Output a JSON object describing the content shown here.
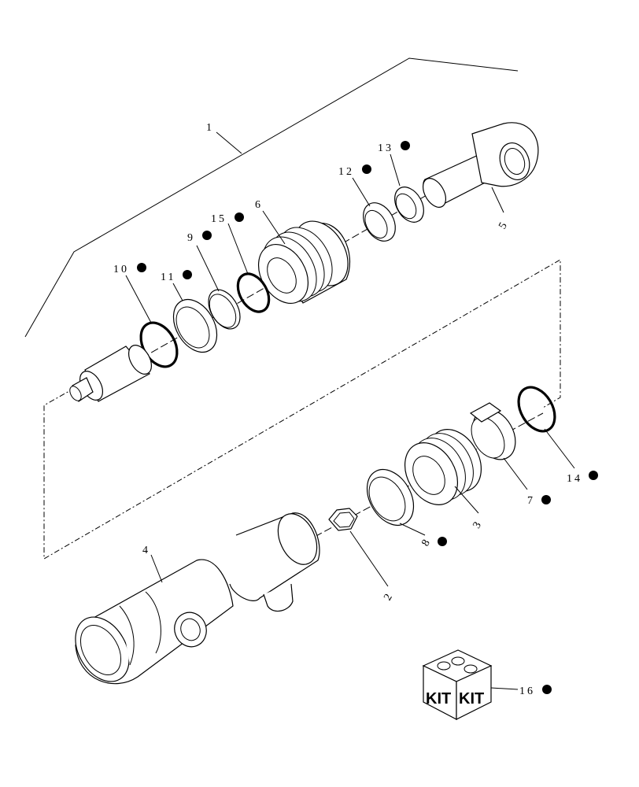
{
  "callouts": [
    {
      "id": "1",
      "text": "1",
      "marked": false
    },
    {
      "id": "2",
      "text": "2",
      "marked": false
    },
    {
      "id": "3",
      "text": "3",
      "marked": false
    },
    {
      "id": "4",
      "text": "4",
      "marked": false
    },
    {
      "id": "5",
      "text": "5",
      "marked": false
    },
    {
      "id": "6",
      "text": "6",
      "marked": false
    },
    {
      "id": "7",
      "text": "7",
      "marked": true
    },
    {
      "id": "8",
      "text": "8",
      "marked": true
    },
    {
      "id": "9",
      "text": "9",
      "marked": true
    },
    {
      "id": "10",
      "text": "10",
      "marked": true
    },
    {
      "id": "11",
      "text": "11",
      "marked": true
    },
    {
      "id": "12",
      "text": "12",
      "marked": true
    },
    {
      "id": "13",
      "text": "13",
      "marked": true
    },
    {
      "id": "14",
      "text": "14",
      "marked": true
    },
    {
      "id": "15",
      "text": "15",
      "marked": true
    },
    {
      "id": "16",
      "text": "16",
      "marked": true
    }
  ],
  "kit_box": {
    "left_text": "KIT",
    "right_text": "KIT"
  },
  "colors": {
    "line": "#000000",
    "background": "#ffffff"
  }
}
